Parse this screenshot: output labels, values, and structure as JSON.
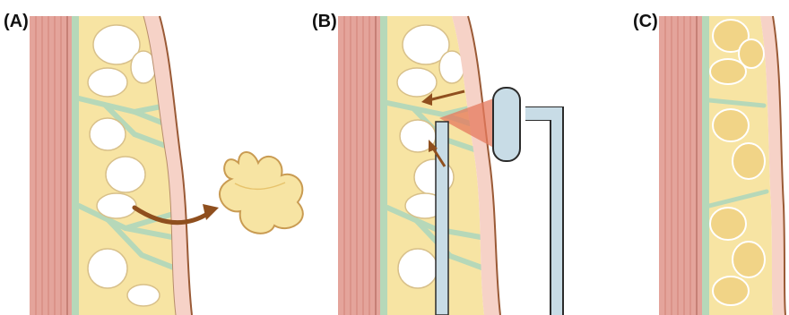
{
  "figure": {
    "panels": [
      {
        "id": "A",
        "label": "(A)"
      },
      {
        "id": "B",
        "label": "(B)"
      },
      {
        "id": "C",
        "label": "(C)"
      }
    ]
  },
  "colors": {
    "muscle": "#e4a49b",
    "muscle_stripe": "#c97266",
    "fat": "#f7e4a3",
    "fat_dark": "#e7c36c",
    "fat_lobule": "#ffffff",
    "septa": "#b6d8b9",
    "septa_light": "#cfe7cf",
    "septa_cavity": "#d7bfa2",
    "skin": "#f6d2c7",
    "skin_line": "#9a5a36",
    "arrow": "#8f4f1e",
    "heat": "#e57a5e",
    "device": "#c8dce6",
    "device_stroke": "#2b2b2b"
  },
  "icons": {
    "removed_fat": "fat-lobe-icon",
    "device": "energy-applicator-icon"
  }
}
